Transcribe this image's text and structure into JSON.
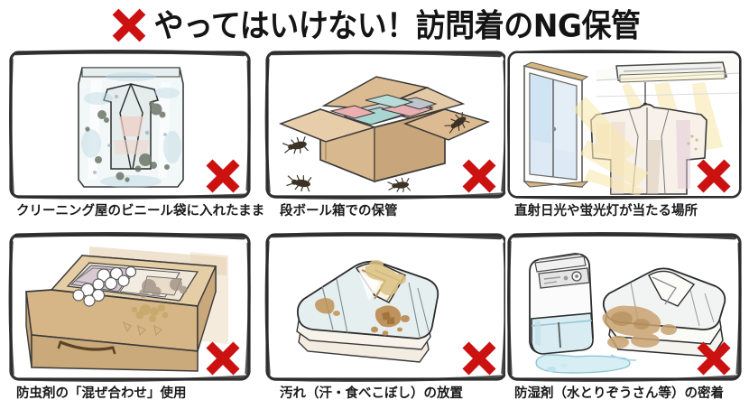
{
  "title": {
    "x_icon": "red-x-icon",
    "text": "やってはいけない！訪問着のNG保管"
  },
  "colors": {
    "x_red": "#cc1111",
    "frame_ink": "#2f2f2f",
    "text": "#1b1b1b",
    "background": "#ffffff",
    "cardboard": "#d6b389",
    "wood": "#cfae80",
    "kimono_pale": "#e3ecec",
    "stain_brown": "#c09354",
    "water_blue": "#cfe6ef",
    "sun_yellow": "#f7e6a8",
    "sky_blue": "#cfe3f2"
  },
  "panels": [
    {
      "id": "panel-plastic-bag",
      "caption": "クリーニング屋のビニール袋に入れたまま",
      "illustration": "kimono-in-cleaner-plastic-bag-with-mold",
      "x_icon": "red-x-icon"
    },
    {
      "id": "panel-cardboard-box",
      "caption": "段ボール箱での保管",
      "illustration": "open-cardboard-box-with-kimonos-and-insects",
      "x_icon": "red-x-icon"
    },
    {
      "id": "panel-sunlight",
      "caption": "直射日光や蛍光灯が当たる場所",
      "illustration": "kimono-hanging-by-window-sunlight-and-fluorescent-lamp",
      "x_icon": "red-x-icon"
    },
    {
      "id": "panel-mothballs",
      "caption": "防虫剤の「混ぜ合わせ」使用",
      "illustration": "wooden-drawer-with-mixed-mothballs-and-stained-kimono",
      "x_icon": "red-x-icon"
    },
    {
      "id": "panel-stains",
      "caption": "汚れ（汗・食べこぼし）の放置",
      "illustration": "folded-kimono-with-sweat-and-food-stains",
      "x_icon": "red-x-icon"
    },
    {
      "id": "panel-dehumidifier",
      "caption": "防湿剤（水とりぞうさん等）の密着",
      "illustration": "dehumidifier-leaking-water-onto-folded-kimono",
      "x_icon": "red-x-icon"
    }
  ]
}
